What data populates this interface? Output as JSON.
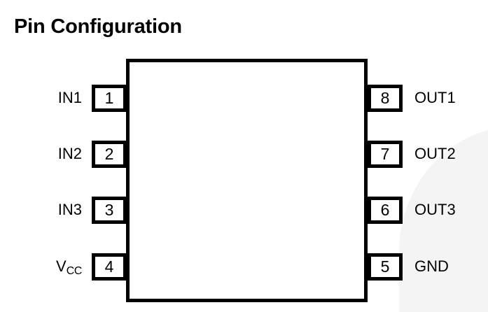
{
  "title": "Pin Configuration",
  "package": {
    "type": "dip-8-outline",
    "pin_count": 8
  },
  "colors": {
    "outline": "#000000",
    "background": "#ffffff",
    "watermark": "#f4f4f4",
    "text": "#000000"
  },
  "pins": {
    "left": [
      {
        "number": "1",
        "label": "IN1",
        "subscript": ""
      },
      {
        "number": "2",
        "label": "IN2",
        "subscript": ""
      },
      {
        "number": "3",
        "label": "IN3",
        "subscript": ""
      },
      {
        "number": "4",
        "label": "V",
        "subscript": "CC"
      }
    ],
    "right": [
      {
        "number": "8",
        "label": "OUT1",
        "subscript": ""
      },
      {
        "number": "7",
        "label": "OUT2",
        "subscript": ""
      },
      {
        "number": "6",
        "label": "OUT3",
        "subscript": ""
      },
      {
        "number": "5",
        "label": "GND",
        "subscript": ""
      }
    ]
  }
}
